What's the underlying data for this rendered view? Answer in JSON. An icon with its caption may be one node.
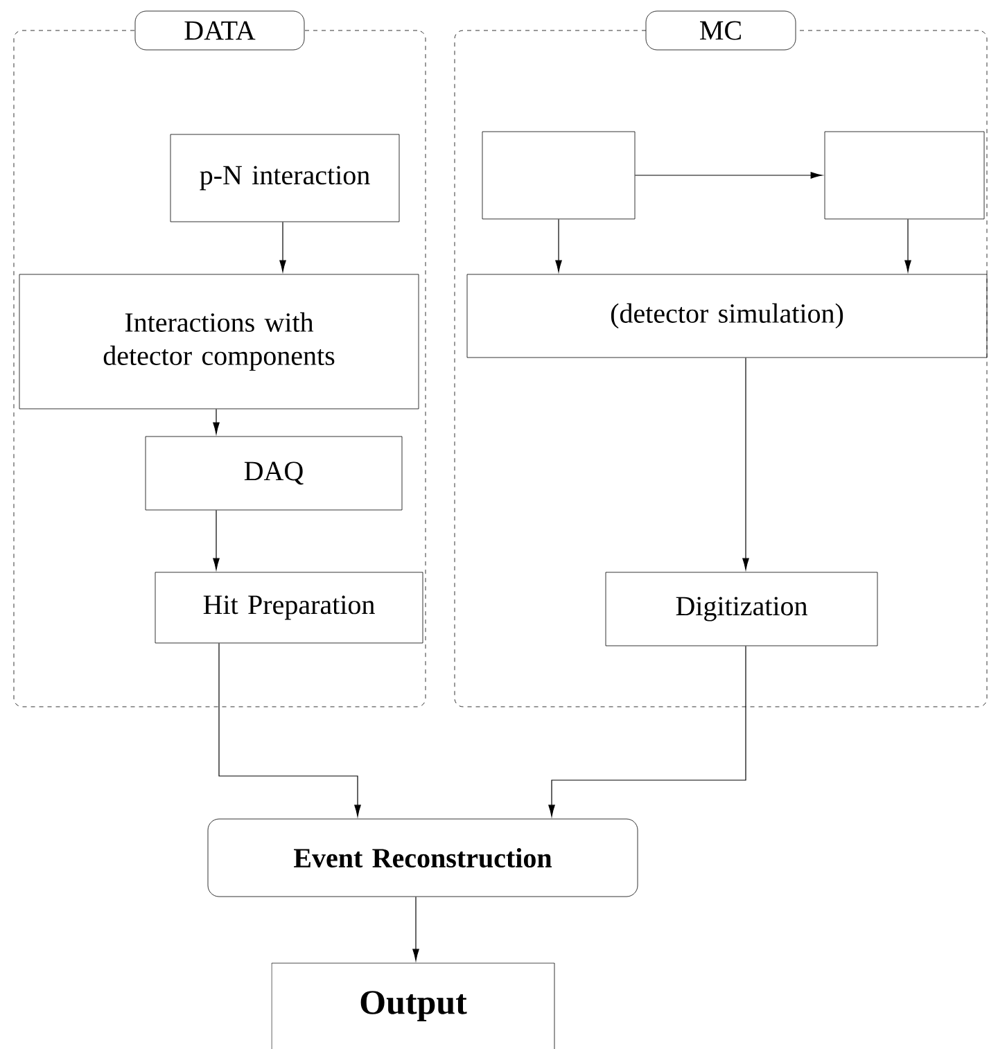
{
  "diagram": {
    "nodes": [
      {
        "text": [
          "DATA"
        ]
      },
      {
        "text": [
          "MC"
        ]
      },
      {
        "text": [
          "p-N interaction"
        ],
        "in": 0
      },
      {
        "text": [
          "Interactions with detector components"
        ],
        "in": 0
      },
      {
        "text": [
          "DAQ"
        ],
        "in": 0
      },
      {
        "text": [
          "Hit Preparation"
        ],
        "in": 0
      },
      {
        "text": [],
        "shape": "box",
        "in": 1
      },
      {
        "text": [],
        "shape": "box",
        "in": 1
      },
      {
        "text": [
          "(detector simulation)"
        ],
        "in": 1
      },
      {
        "text": [
          "Digitization"
        ],
        "in": 1
      },
      {
        "text": [
          "Event Reconstruction"
        ]
      },
      {
        "text": [
          "Output"
        ]
      }
    ],
    "edges": [
      {
        "from": 2,
        "to": 3,
        "arrow": "to"
      },
      {
        "from": 3,
        "to": 4,
        "arrow": "to"
      },
      {
        "from": 4,
        "to": 5,
        "arrow": "to"
      },
      {
        "from": 6,
        "to": 7,
        "arrow": "to"
      },
      {
        "from": 6,
        "to": 8,
        "arrow": "to"
      },
      {
        "from": 7,
        "to": 8,
        "arrow": "to"
      },
      {
        "from": 8,
        "to": 9,
        "arrow": "to"
      },
      {
        "from": 5,
        "to": 10,
        "arrow": "to"
      },
      {
        "from": 9,
        "to": 10,
        "arrow": "to"
      },
      {
        "from": 10,
        "to": 11,
        "arrow": "to"
      }
    ]
  }
}
